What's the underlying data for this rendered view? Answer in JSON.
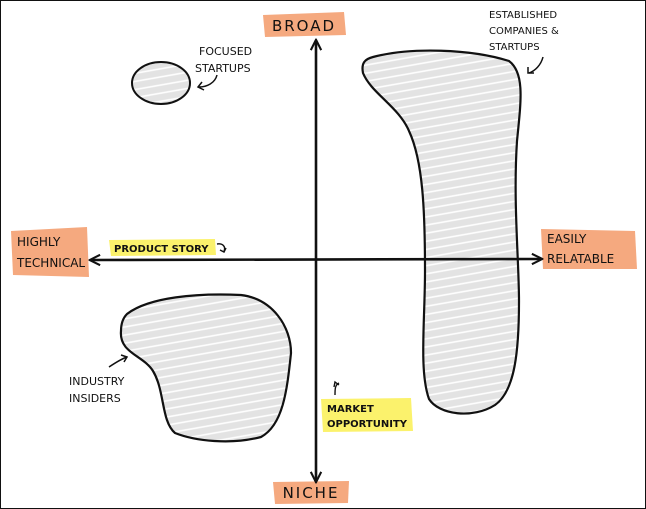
{
  "axes": {
    "top": "BROAD",
    "bottom": "NICHE",
    "left_line1": "HIGHLY",
    "left_line2": "TECHNICAL",
    "right_line1": "EASILY",
    "right_line2": "RELATABLE"
  },
  "annotations": {
    "product_story": "PRODUCT STORY",
    "market_opportunity_line1": "MARKET",
    "market_opportunity_line2": "OPPORTUNITY"
  },
  "regions": {
    "focused_line1": "FOCUSED",
    "focused_line2": "STARTUPS",
    "established_line1": "ESTABLISHED",
    "established_line2": "COMPANIES &",
    "established_line3": "STARTUPS",
    "insiders_line1": "INDUSTRY",
    "insiders_line2": "INSIDERS"
  },
  "colors": {
    "axis_label_highlight": "#f5a97f",
    "annotation_highlight": "#fbf26c",
    "region_fill": "#e3e3e3",
    "ink": "#111111"
  }
}
